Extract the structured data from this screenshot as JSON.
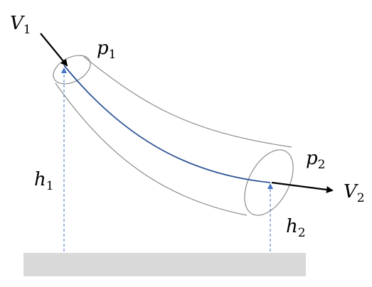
{
  "labels": {
    "v1": {
      "main": "V",
      "sub": "1"
    },
    "p1": {
      "main": "p",
      "sub": "1"
    },
    "p2": {
      "main": "p",
      "sub": "2"
    },
    "v2": {
      "main": "V",
      "sub": "2"
    },
    "h1": {
      "main": "h",
      "sub": "1"
    },
    "h2": {
      "main": "h",
      "sub": "2"
    }
  },
  "colors": {
    "pipe_outline": "#8a8a8a",
    "streamline": "#2f5597",
    "height_line": "#4472c4",
    "ground": "#d9d9d9",
    "arrow": "#000000"
  }
}
